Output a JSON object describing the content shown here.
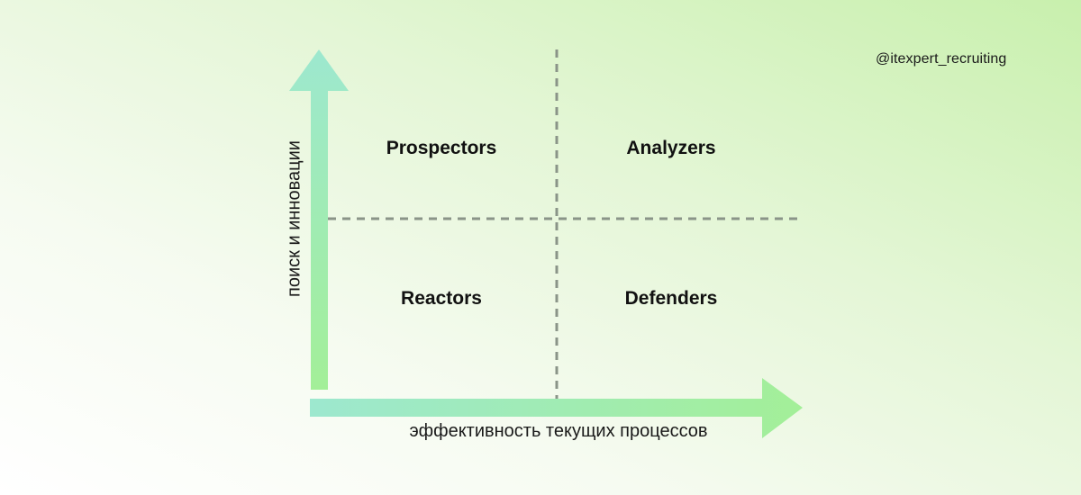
{
  "watermark": "@itexpert_recruiting",
  "axes": {
    "x_label": "эффективность текущих процессов",
    "y_label": "поиск и инновации"
  },
  "quadrants": {
    "top_left": "Prospectors",
    "top_right": "Analyzers",
    "bottom_left": "Reactors",
    "bottom_right": "Defenders"
  },
  "colors": {
    "arrow_start": "#9de8cf",
    "arrow_end": "#a3ef98",
    "divider": "#8a9488"
  }
}
